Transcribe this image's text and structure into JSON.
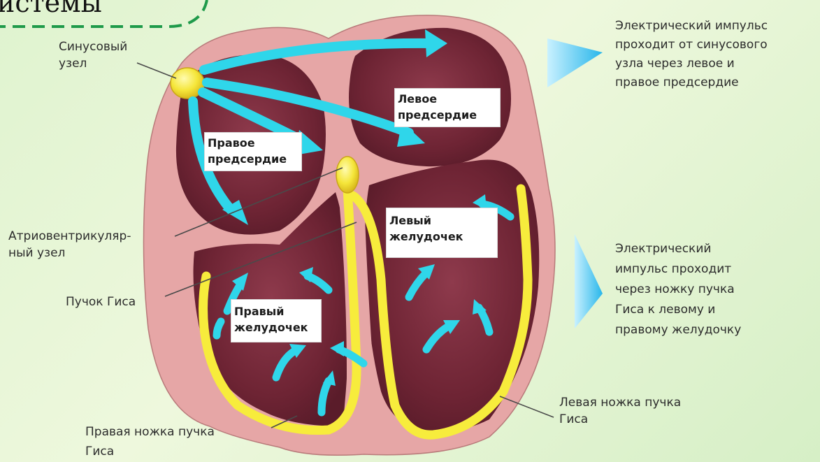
{
  "title_fragment": "истемы",
  "chamber_labels": {
    "left_atrium": [
      "Левое",
      "предсердие"
    ],
    "right_atrium": [
      "Правое",
      "предсердие"
    ],
    "left_ventricle": [
      "Левый",
      "желудочек"
    ],
    "right_ventricle": [
      "Правый",
      "желудочек"
    ]
  },
  "callouts": {
    "sinus_node": [
      "Синусовый",
      "узел"
    ],
    "av_node": [
      "Атриовентрикуляр-",
      "ный узел"
    ],
    "his_bundle": [
      "Пучок Гиса"
    ],
    "left_branch": [
      "Левая ножка пучка",
      "Гиса"
    ],
    "right_branch": [
      "Правая ножка пучка",
      "Гиса"
    ]
  },
  "descriptions": {
    "top": [
      "Электрический импульс",
      "проходит от синусового",
      "узла через левое и",
      "правое предсердие"
    ],
    "bottom": [
      "Электрический",
      "импульс проходит",
      "через ножку пучка",
      "Гиса к левому и",
      "правому желудочку"
    ]
  },
  "colors": {
    "background": "#e4f5d4",
    "heart_wall": "#e6a6a6",
    "chamber": "#6e2434",
    "conduction": "#f7ec3c",
    "impulse_arrow": "#2fd6ea",
    "dashed_frame": "#1f9a4a",
    "triangle_marker": "#3fc4ee"
  }
}
